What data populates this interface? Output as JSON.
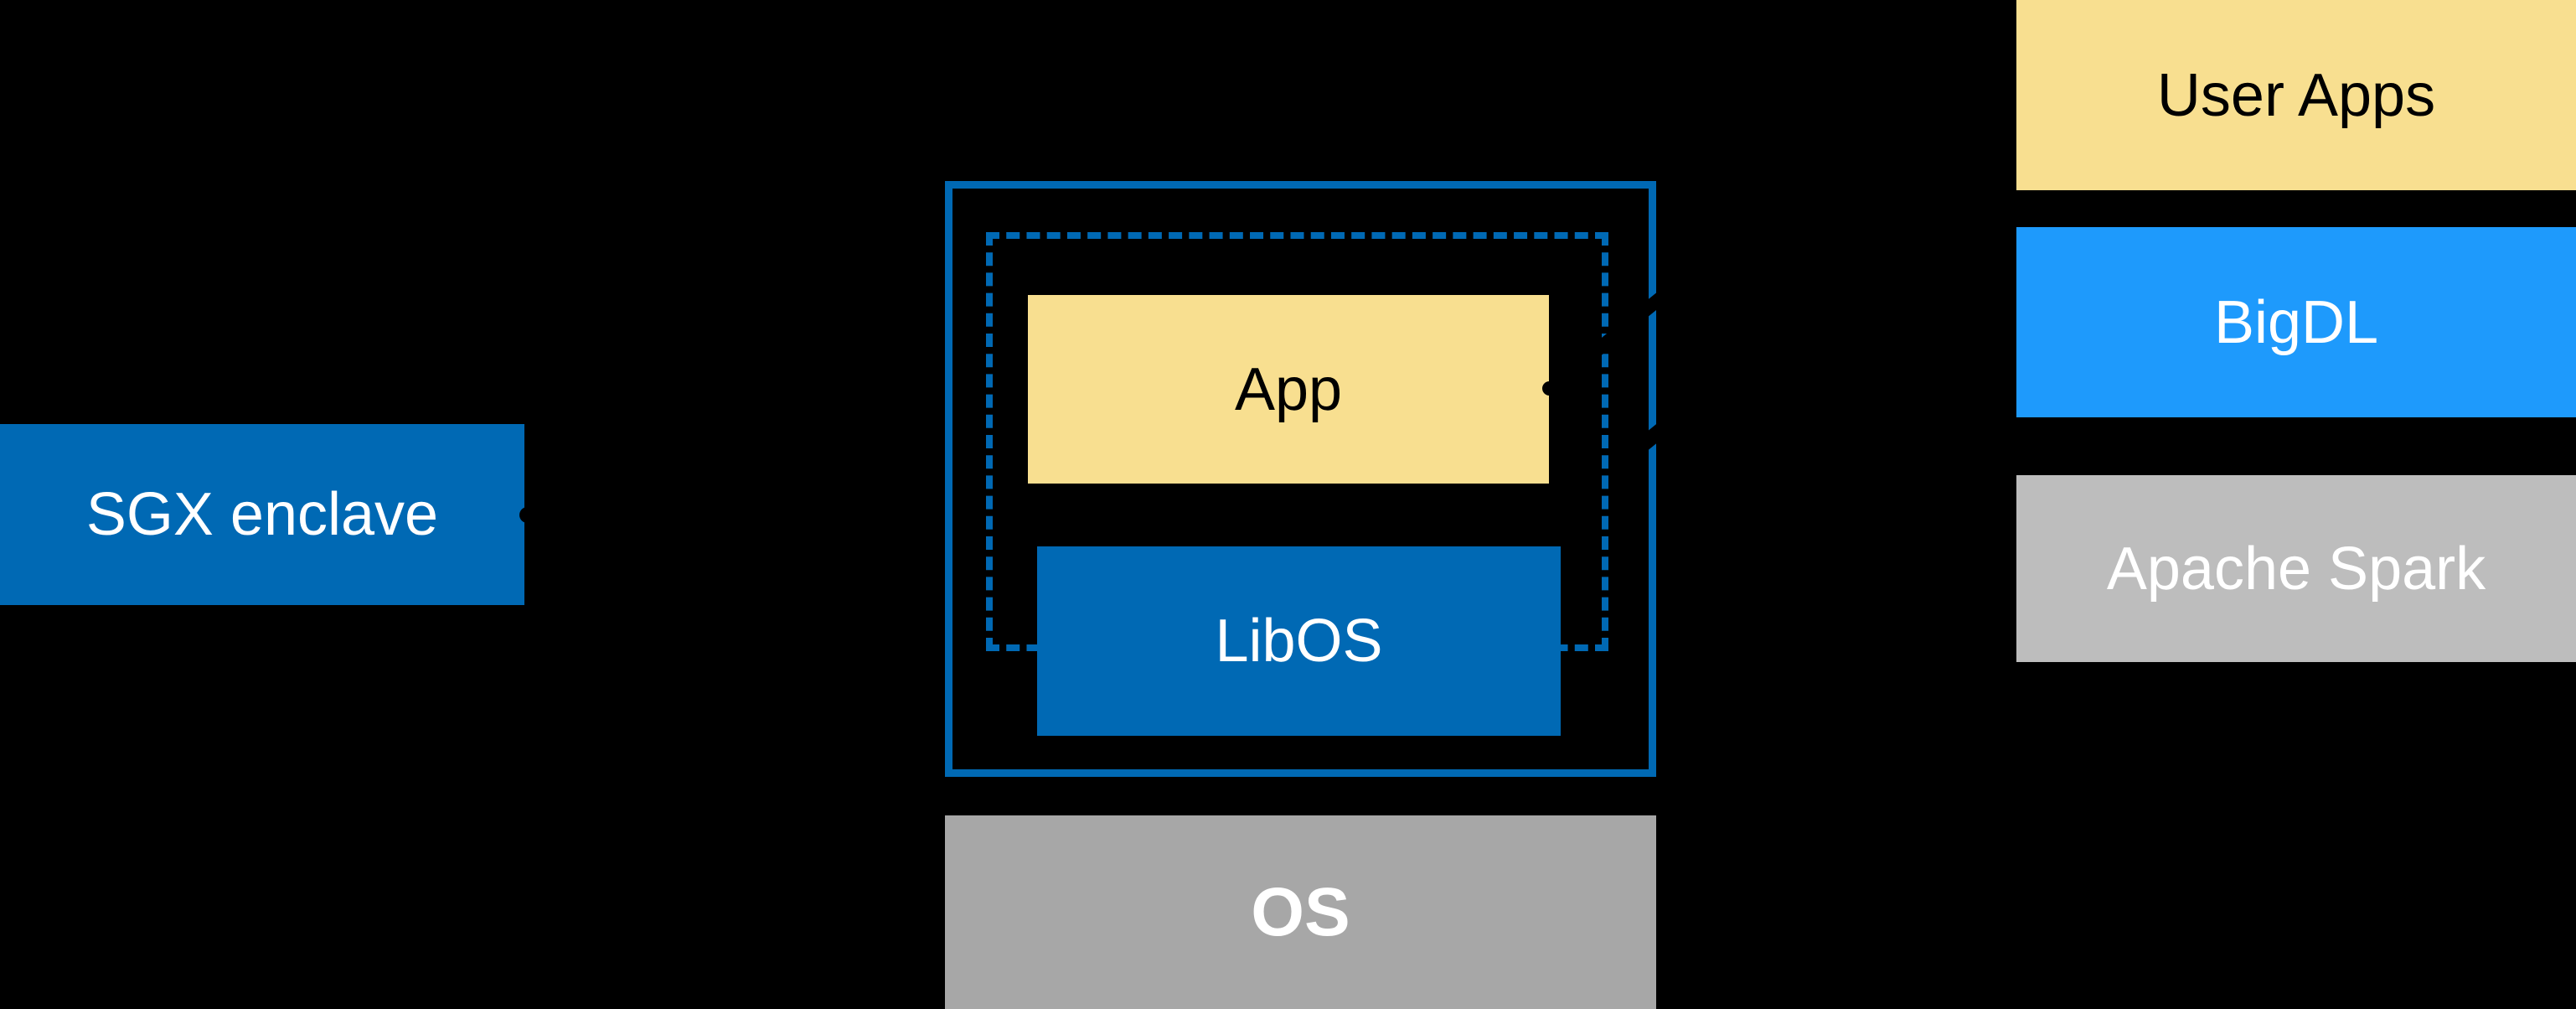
{
  "colors": {
    "background": "#000000",
    "intel_blue": "#0069B4",
    "bright_blue": "#1E9AFC",
    "yellow": "#F8DF90",
    "gray_os": "#A7A7A7",
    "gray_spark": "#BDBDBD",
    "text_light": "#FFFFFF",
    "text_dark": "#000000"
  },
  "sgx": {
    "label": "SGX enclave"
  },
  "enclave": {
    "app_label": "App",
    "libos_label": "LibOS",
    "os_label": "OS"
  },
  "stack": {
    "user_apps_label": "User Apps",
    "bigdl_label": "BigDL",
    "spark_label": "Apache Spark"
  }
}
